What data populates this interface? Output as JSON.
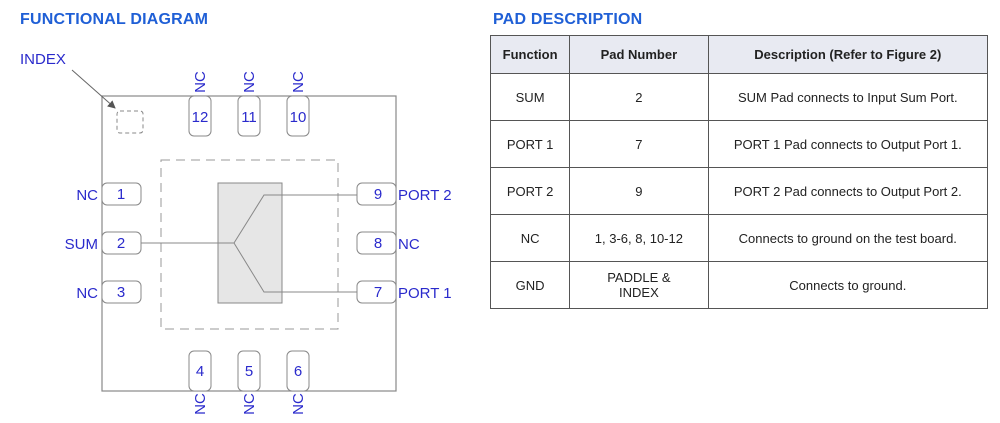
{
  "diagram": {
    "title": "FUNCTIONAL DIAGRAM",
    "index_label": "INDEX",
    "pads": {
      "top": [
        {
          "num": "12",
          "name": "NC"
        },
        {
          "num": "11",
          "name": "NC"
        },
        {
          "num": "10",
          "name": "NC"
        }
      ],
      "bottom": [
        {
          "num": "4",
          "name": "NC"
        },
        {
          "num": "5",
          "name": "NC"
        },
        {
          "num": "6",
          "name": "NC"
        }
      ],
      "left": [
        {
          "num": "1",
          "name": "NC"
        },
        {
          "num": "2",
          "name": "SUM"
        },
        {
          "num": "3",
          "name": "NC"
        }
      ],
      "right": [
        {
          "num": "9",
          "name": "PORT 2"
        },
        {
          "num": "8",
          "name": "NC"
        },
        {
          "num": "7",
          "name": "PORT 1"
        }
      ]
    },
    "colors": {
      "label": "#2a2acc",
      "title": "#1f5fd6",
      "paddle": "#e6e6e6"
    }
  },
  "table": {
    "title": "PAD DESCRIPTION",
    "headers": [
      "Function",
      "Pad Number",
      "Description (Refer to Figure 2)"
    ],
    "rows": [
      [
        "SUM",
        "2",
        "SUM Pad connects to Input Sum Port."
      ],
      [
        "PORT 1",
        "7",
        "PORT 1 Pad connects to Output Port 1."
      ],
      [
        "PORT 2",
        "9",
        "PORT 2 Pad connects to Output Port 2."
      ],
      [
        "NC",
        "1, 3-6, 8, 10-12",
        "Connects to ground on the test board."
      ],
      [
        "GND",
        "PADDLE & INDEX",
        "Connects to ground."
      ]
    ]
  }
}
